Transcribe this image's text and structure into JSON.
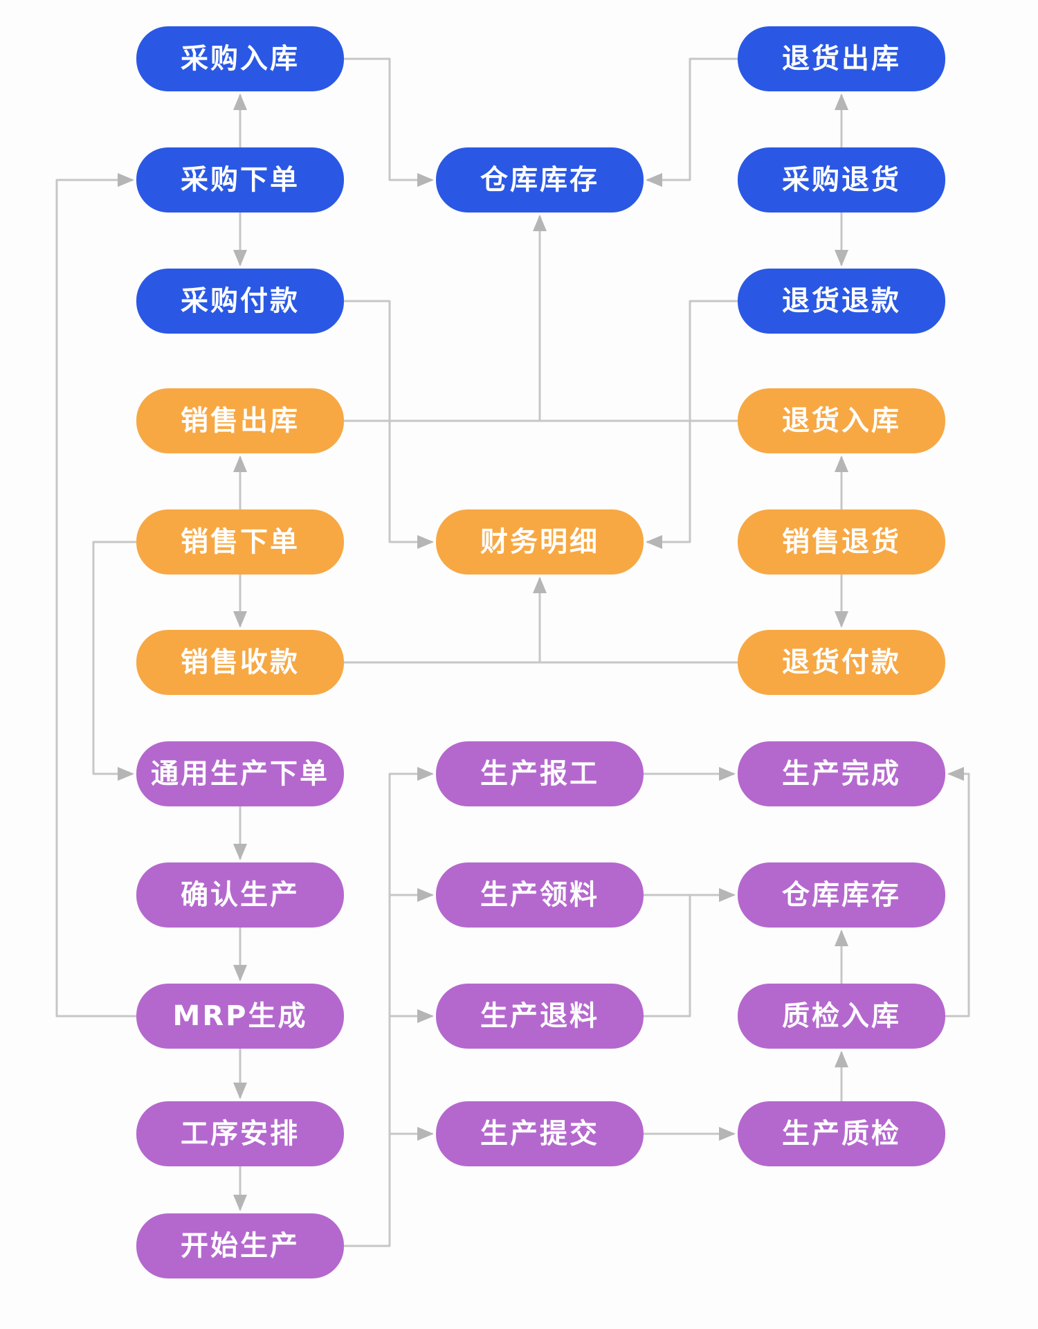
{
  "diagram": {
    "title": "ERP purchase / sales / production flow diagram",
    "colors": {
      "blue": "#2a58e5",
      "orange": "#f7a843",
      "purple": "#b468ce",
      "connector": "#c6c6c6",
      "arrowhead": "#b5b5b5",
      "background": "#fdfdfd",
      "node_text": "#ffffff"
    },
    "groups": [
      {
        "name": "purchase",
        "color": "#2a58e5"
      },
      {
        "name": "sales",
        "color": "#f7a843"
      },
      {
        "name": "production",
        "color": "#b468ce"
      }
    ],
    "nodes": [
      {
        "id": "purchase-inbound",
        "label": "采购入库",
        "color": "blue"
      },
      {
        "id": "return-outbound",
        "label": "退货出库",
        "color": "blue"
      },
      {
        "id": "purchase-order",
        "label": "采购下单",
        "color": "blue"
      },
      {
        "id": "warehouse-stock",
        "label": "仓库库存",
        "color": "blue"
      },
      {
        "id": "purchase-return",
        "label": "采购退货",
        "color": "blue"
      },
      {
        "id": "purchase-payment",
        "label": "采购付款",
        "color": "blue"
      },
      {
        "id": "return-refund",
        "label": "退货退款",
        "color": "blue"
      },
      {
        "id": "sales-outbound",
        "label": "销售出库",
        "color": "orange"
      },
      {
        "id": "return-inbound",
        "label": "退货入库",
        "color": "orange"
      },
      {
        "id": "sales-order",
        "label": "销售下单",
        "color": "orange"
      },
      {
        "id": "finance-detail",
        "label": "财务明细",
        "color": "orange"
      },
      {
        "id": "sales-return",
        "label": "销售退货",
        "color": "orange"
      },
      {
        "id": "sales-receipt",
        "label": "销售收款",
        "color": "orange"
      },
      {
        "id": "return-payment",
        "label": "退货付款",
        "color": "orange"
      },
      {
        "id": "general-production-order",
        "label": "通用生产下单",
        "color": "purple"
      },
      {
        "id": "production-report",
        "label": "生产报工",
        "color": "purple"
      },
      {
        "id": "production-complete",
        "label": "生产完成",
        "color": "purple"
      },
      {
        "id": "confirm-production",
        "label": "确认生产",
        "color": "purple"
      },
      {
        "id": "production-picking",
        "label": "生产领料",
        "color": "purple"
      },
      {
        "id": "warehouse-stock-2",
        "label": "仓库库存",
        "color": "purple"
      },
      {
        "id": "mrp-generate",
        "label": "MRP生成",
        "color": "purple"
      },
      {
        "id": "production-material-return",
        "label": "生产退料",
        "color": "purple"
      },
      {
        "id": "qc-inbound",
        "label": "质检入库",
        "color": "purple"
      },
      {
        "id": "process-schedule",
        "label": "工序安排",
        "color": "purple"
      },
      {
        "id": "production-submit",
        "label": "生产提交",
        "color": "purple"
      },
      {
        "id": "production-qc",
        "label": "生产质检",
        "color": "purple"
      },
      {
        "id": "start-production",
        "label": "开始生产",
        "color": "purple"
      }
    ],
    "edges": [
      {
        "from": "purchase-order",
        "to": "purchase-inbound"
      },
      {
        "from": "purchase-order",
        "to": "purchase-payment"
      },
      {
        "from": "purchase-return",
        "to": "return-outbound"
      },
      {
        "from": "purchase-return",
        "to": "return-refund"
      },
      {
        "from": "purchase-inbound",
        "to": "warehouse-stock"
      },
      {
        "from": "return-outbound",
        "to": "warehouse-stock"
      },
      {
        "from": "purchase-payment",
        "to": "finance-detail"
      },
      {
        "from": "return-refund",
        "to": "finance-detail"
      },
      {
        "from": "sales-outbound",
        "to": "warehouse-stock"
      },
      {
        "from": "return-inbound",
        "to": "warehouse-stock"
      },
      {
        "from": "sales-order",
        "to": "sales-outbound"
      },
      {
        "from": "sales-order",
        "to": "sales-receipt"
      },
      {
        "from": "sales-order",
        "to": "general-production-order"
      },
      {
        "from": "sales-return",
        "to": "return-inbound"
      },
      {
        "from": "sales-return",
        "to": "return-payment"
      },
      {
        "from": "sales-receipt",
        "to": "finance-detail"
      },
      {
        "from": "return-payment",
        "to": "finance-detail"
      },
      {
        "from": "mrp-generate",
        "to": "purchase-order"
      },
      {
        "from": "general-production-order",
        "to": "confirm-production"
      },
      {
        "from": "confirm-production",
        "to": "mrp-generate"
      },
      {
        "from": "mrp-generate",
        "to": "process-schedule"
      },
      {
        "from": "process-schedule",
        "to": "start-production"
      },
      {
        "from": "start-production",
        "to": "production-report"
      },
      {
        "from": "start-production",
        "to": "production-picking"
      },
      {
        "from": "start-production",
        "to": "production-material-return"
      },
      {
        "from": "start-production",
        "to": "production-submit"
      },
      {
        "from": "production-report",
        "to": "production-complete"
      },
      {
        "from": "production-picking",
        "to": "warehouse-stock-2"
      },
      {
        "from": "production-material-return",
        "to": "warehouse-stock-2"
      },
      {
        "from": "production-submit",
        "to": "production-qc"
      },
      {
        "from": "production-qc",
        "to": "qc-inbound"
      },
      {
        "from": "qc-inbound",
        "to": "warehouse-stock-2"
      },
      {
        "from": "qc-inbound",
        "to": "production-complete"
      }
    ]
  }
}
